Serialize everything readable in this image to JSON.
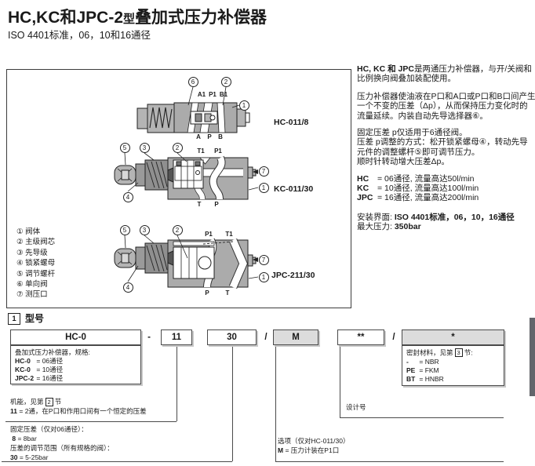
{
  "page": {
    "title_pre": "HC,KC和JPC-2",
    "title_small": "型",
    "title_post": "叠加式压力补偿器",
    "subtitle": "ISO 4401标准，06，10和16通径"
  },
  "diagram": {
    "legend": [
      {
        "num": "①",
        "label": "阀体"
      },
      {
        "num": "②",
        "label": "主级阀芯"
      },
      {
        "num": "③",
        "label": "先导级"
      },
      {
        "num": "④",
        "label": "锁紧螺母"
      },
      {
        "num": "⑤",
        "label": "调节螺杆"
      },
      {
        "num": "⑥",
        "label": "单向阀"
      },
      {
        "num": "⑦",
        "label": "测压口"
      }
    ],
    "hc": {
      "model": "HC-011/8",
      "ports_top": [
        "A1",
        "P1",
        "B1"
      ],
      "ports_bottom": [
        "A",
        "P",
        "B"
      ],
      "callouts": {
        "c6": "6",
        "c2": "2",
        "c1": "1"
      }
    },
    "kc": {
      "model": "KC-011/30",
      "ports_top": [
        "T1",
        "P1"
      ],
      "ports_bottom": [
        "T",
        "P"
      ],
      "callouts": {
        "c5": "5",
        "c3": "3",
        "c2": "2",
        "c7": "7",
        "c1": "1",
        "c4": "4"
      }
    },
    "jpc": {
      "model": "JPC-211/30",
      "ports_top": [
        "P1",
        "T1"
      ],
      "ports_bottom": [
        "P",
        "T"
      ],
      "callouts": {
        "c5": "5",
        "c3": "3",
        "c2": "2",
        "c7": "7",
        "c1": "1",
        "c4": "4"
      }
    }
  },
  "description": {
    "p1_bold": "HC, KC 和 JPC",
    "p1_rest": "是两通压力补偿器，与开/关阀和比例换向阀叠加装配使用。",
    "p2": "压力补偿器使油液在P口和A口或P口和B口间产生一个不变的压差（Δp），从而保持压力变化时的流量延续。内装自动先导选择器⑥。",
    "p3_l1": "固定压差 p仅适用于6通径阀。",
    "p3_l2": "压差 p调整的方式：松开锁紧螺母④，转动先导元件的调整螺杆⑤即可调节压力。",
    "p3_l3": "顺时针转动增大压差Δp。",
    "specs": [
      {
        "code": "HC",
        "eq": "= 06通径, 流量高达50l/min"
      },
      {
        "code": "KC",
        "eq": "= 10通径, 流量高达100l/min"
      },
      {
        "code": "JPC",
        "eq": "= 16通径, 流量高达200l/min"
      }
    ],
    "mount_label": "安装界面: ",
    "mount_value": "ISO 4401标准，06，10，16通径",
    "maxp_label": "最大压力: ",
    "maxp_value": "350bar"
  },
  "order": {
    "section_num": "1",
    "section_title": "型号",
    "code_main": "HC-0",
    "sep1": "-",
    "code_fn": "11",
    "code_range": "30",
    "sep2": "/",
    "code_opt": "M",
    "code_design": "**",
    "sep3": "/",
    "code_seal": "*",
    "series_note": {
      "title": "叠加式压力补偿器，规格:",
      "rows": [
        {
          "code": "HC-0",
          "eq": "= 06通径"
        },
        {
          "code": "KC-0",
          "eq": "= 10通径"
        },
        {
          "code": "JPC-2",
          "eq": "= 16通径"
        }
      ]
    },
    "seal_note": {
      "title_pre": "密封材料，见第",
      "title_boxed": "3",
      "title_post": "节:",
      "rows": [
        {
          "code": "-",
          "eq": "= NBR"
        },
        {
          "code": "PE",
          "eq": "= FKM"
        },
        {
          "code": "BT",
          "eq": "= HNBR"
        }
      ]
    },
    "fn_note": {
      "title_pre": "机能，见第",
      "title_boxed": "2",
      "title_post": "节",
      "row_code": "11",
      "row_eq": "= 2通，在P口和作用口间有一个恒定的压差"
    },
    "range_note": {
      "l1": "固定压差（仅对06通径）：",
      "l2_code": "8",
      "l2_eq": "= 8bar",
      "l3": "压差的调节范围（所有规格的阀）：",
      "l4_code": "30",
      "l4_eq": "= 5-25bar"
    },
    "design_note": "设计号",
    "opt_note": {
      "l1": "选项（仅对HC-011/30）",
      "l2_code": "M",
      "l2_eq": "= 压力计装在P1口"
    }
  },
  "colors": {
    "valve_body_gray": "#ababab",
    "order_box_gray": "#dcdcdc",
    "page_tab_gray": "#63656b"
  }
}
